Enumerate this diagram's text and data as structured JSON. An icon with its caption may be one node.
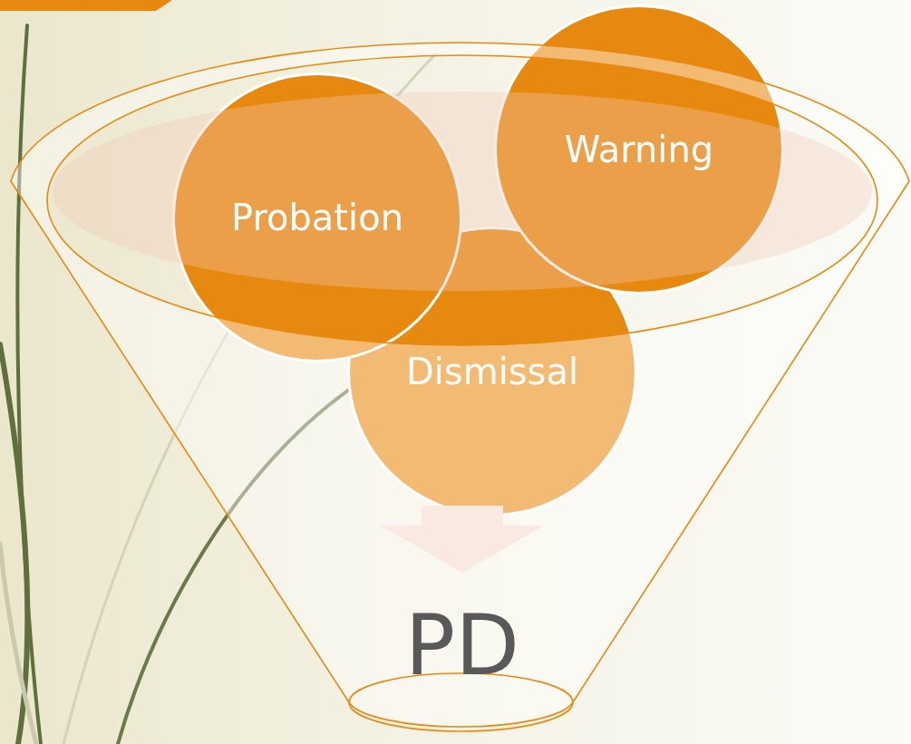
{
  "diagram": {
    "nodes": [
      {
        "text": [
          "Dismissal"
        ]
      },
      {
        "text": [
          "Probation"
        ]
      },
      {
        "text": [
          "Warning"
        ]
      },
      {
        "text": [
          "PD"
        ]
      }
    ],
    "edges": [
      {
        "from": 0,
        "to": 3,
        "arrow": "to",
        "style": "thick",
        "color": "#f7d9cc"
      }
    ]
  }
}
